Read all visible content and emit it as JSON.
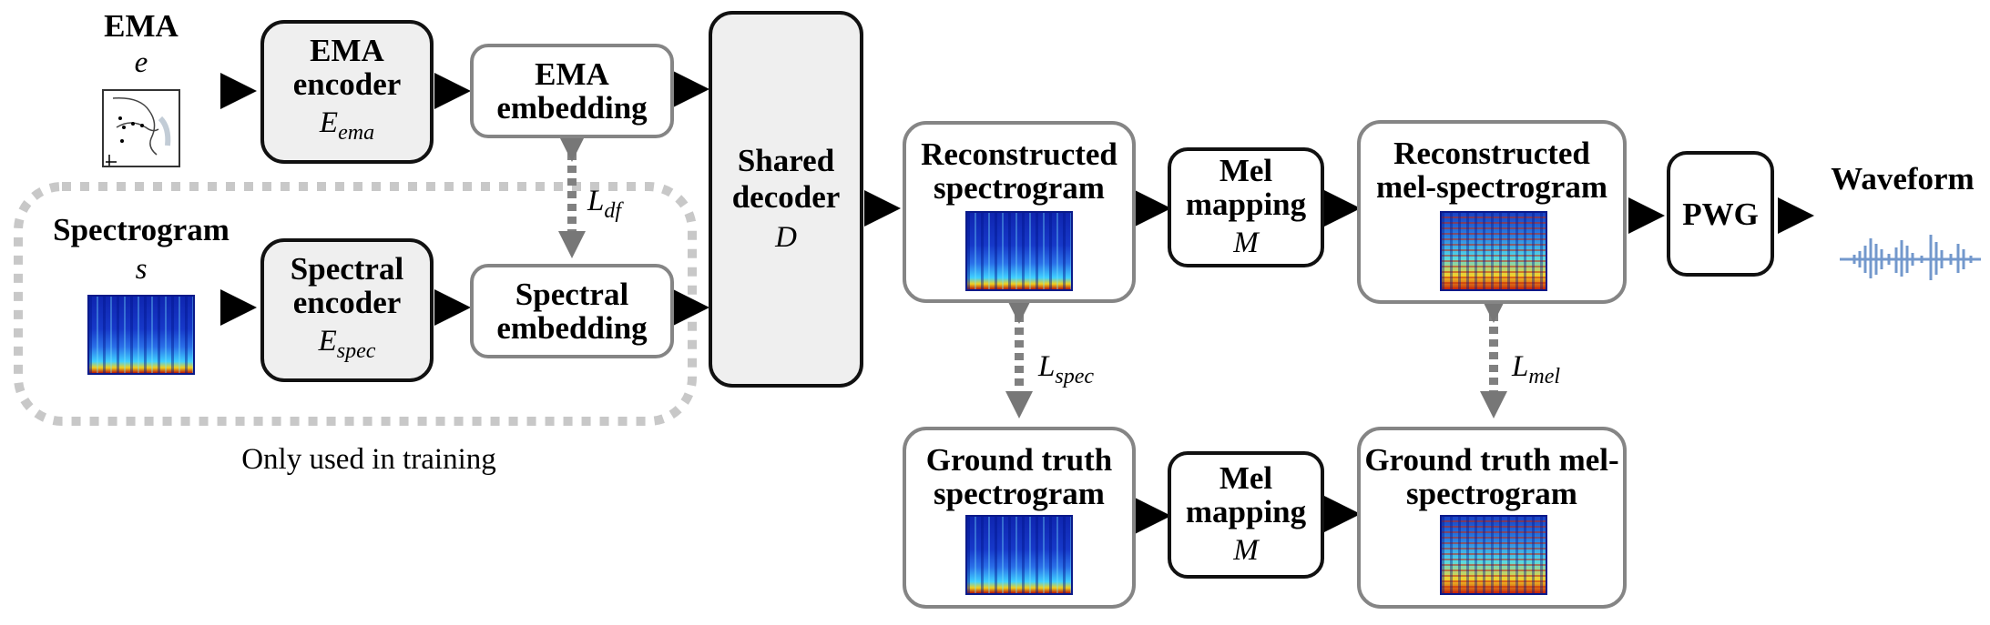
{
  "inputs": {
    "ema_title": "EMA",
    "ema_symbol": "e",
    "spectrogram_title": "Spectrogram",
    "spectrogram_symbol": "s"
  },
  "blocks": {
    "ema_encoder": {
      "label": "EMA encoder",
      "symbol": "E",
      "sub": "ema"
    },
    "spectral_encoder": {
      "label": "Spectral encoder",
      "symbol": "E",
      "sub": "spec"
    },
    "ema_embedding": {
      "label": "EMA embedding"
    },
    "spectral_embedding": {
      "label": "Spectral embedding"
    },
    "shared_decoder": {
      "label": "Shared decoder",
      "symbol": "D"
    },
    "reconstructed_spectrogram": {
      "label": "Reconstructed spectrogram"
    },
    "ground_truth_spectrogram": {
      "label": "Ground truth spectrogram"
    },
    "mel_mapping_top": {
      "label": "Mel mapping",
      "symbol": "M"
    },
    "mel_mapping_bottom": {
      "label": "Mel mapping",
      "symbol": "M"
    },
    "reconstructed_mel": {
      "label": "Reconstructed mel-spectrogram"
    },
    "ground_truth_mel": {
      "label": "Ground truth mel-spectrogram"
    },
    "pwg": {
      "label": "PWG"
    }
  },
  "losses": {
    "df": {
      "symbol": "L",
      "sub": "df"
    },
    "spec": {
      "symbol": "L",
      "sub": "spec"
    },
    "mel": {
      "symbol": "L",
      "sub": "mel"
    }
  },
  "output": {
    "label": "Waveform"
  },
  "note": "Only used in training",
  "colors": {
    "block_fill": "#efefef",
    "block_border": "#111111",
    "output_box_border": "#858585",
    "dotted_gray": "#808080",
    "training_region": "#c8c8c8",
    "waveform": "#5b87c4"
  }
}
